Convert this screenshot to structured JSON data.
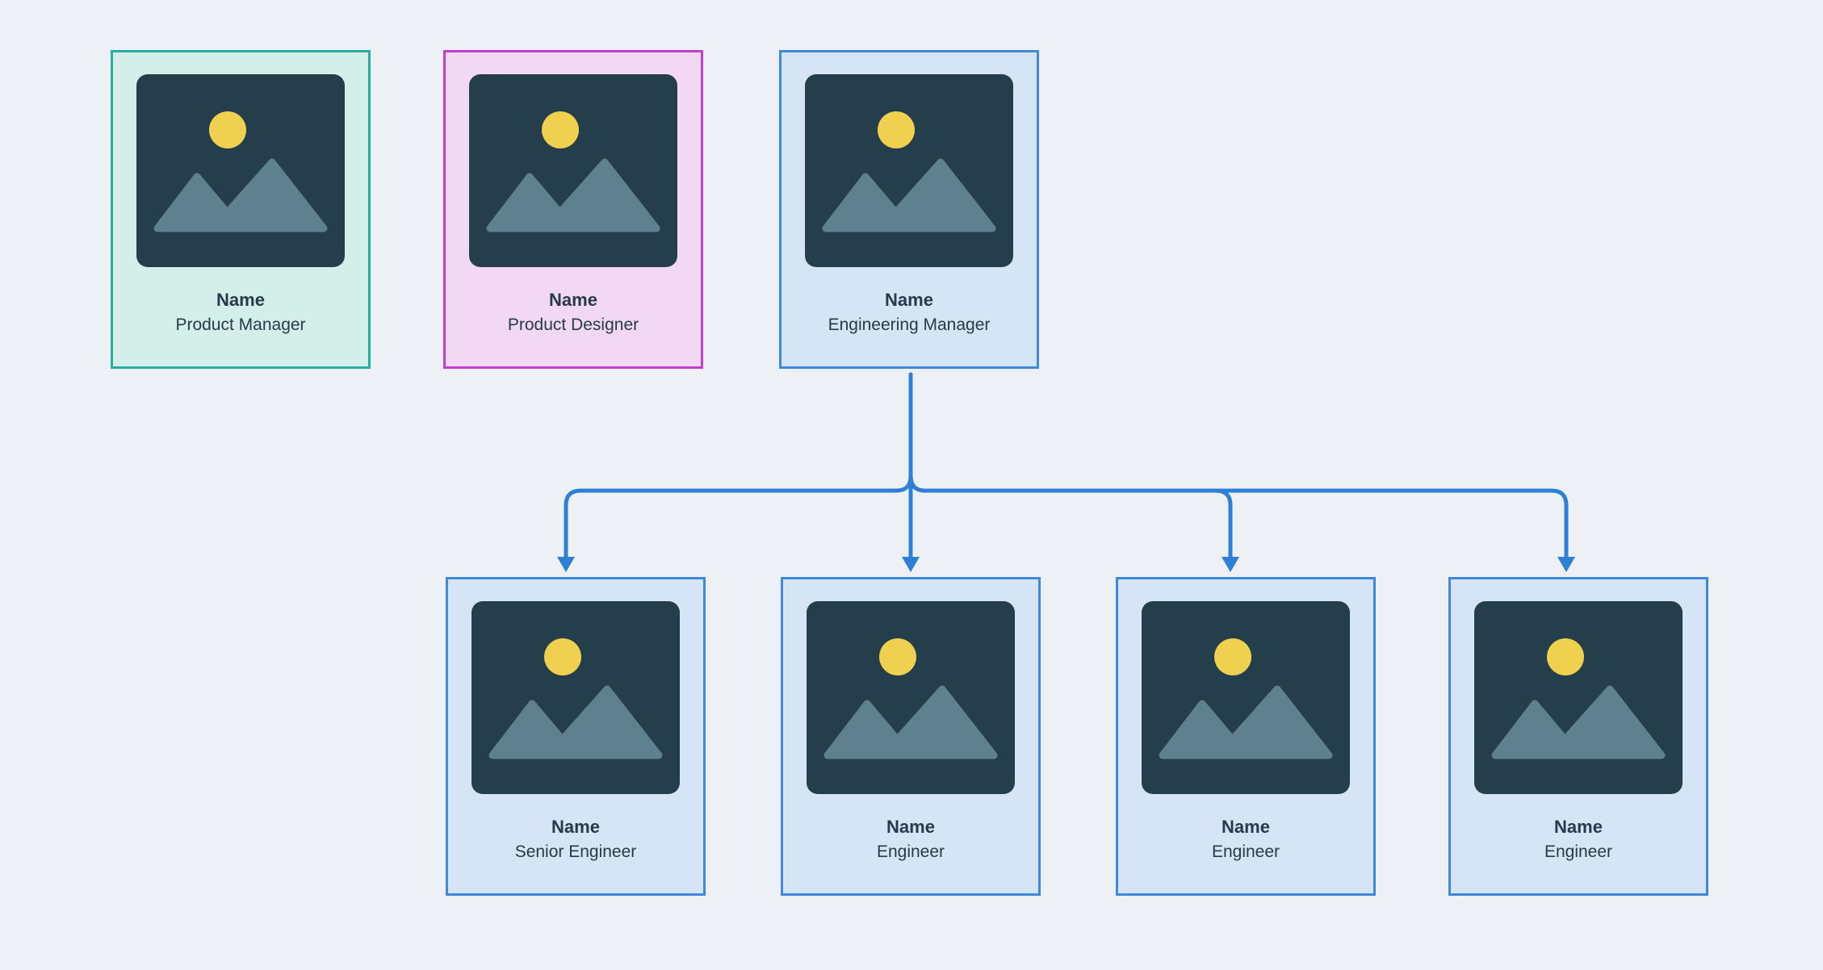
{
  "diagram": {
    "type": "org-chart",
    "colors": {
      "bg": "#edf1f6",
      "teal-border": "#2aaea3",
      "teal-fill": "#d4efea",
      "magenta-border": "#c23fd1",
      "magenta-fill": "#f2d8f3",
      "blue-border": "#3f88dc",
      "blue-fill": "#d6e5f5",
      "tile": "#253e4b",
      "sun": "#f0d14f",
      "mountain": "#5e808f",
      "line": "#2d80d4",
      "text": "#263a4b"
    },
    "cards": [
      {
        "id": "product-manager",
        "name": "Name",
        "role": "Product Manager",
        "theme": "teal"
      },
      {
        "id": "product-designer",
        "name": "Name",
        "role": "Product Designer",
        "theme": "magenta"
      },
      {
        "id": "engineering-manager",
        "name": "Name",
        "role": "Engineering Manager",
        "theme": "blue"
      },
      {
        "id": "senior-engineer",
        "name": "Name",
        "role": "Senior Engineer",
        "theme": "blue"
      },
      {
        "id": "engineer-1",
        "name": "Name",
        "role": "Engineer",
        "theme": "blue"
      },
      {
        "id": "engineer-2",
        "name": "Name",
        "role": "Engineer",
        "theme": "blue"
      },
      {
        "id": "engineer-3",
        "name": "Name",
        "role": "Engineer",
        "theme": "blue"
      }
    ],
    "edges": [
      {
        "from": "engineering-manager",
        "to": "senior-engineer"
      },
      {
        "from": "engineering-manager",
        "to": "engineer-1"
      },
      {
        "from": "engineering-manager",
        "to": "engineer-2"
      },
      {
        "from": "engineering-manager",
        "to": "engineer-3"
      }
    ]
  }
}
